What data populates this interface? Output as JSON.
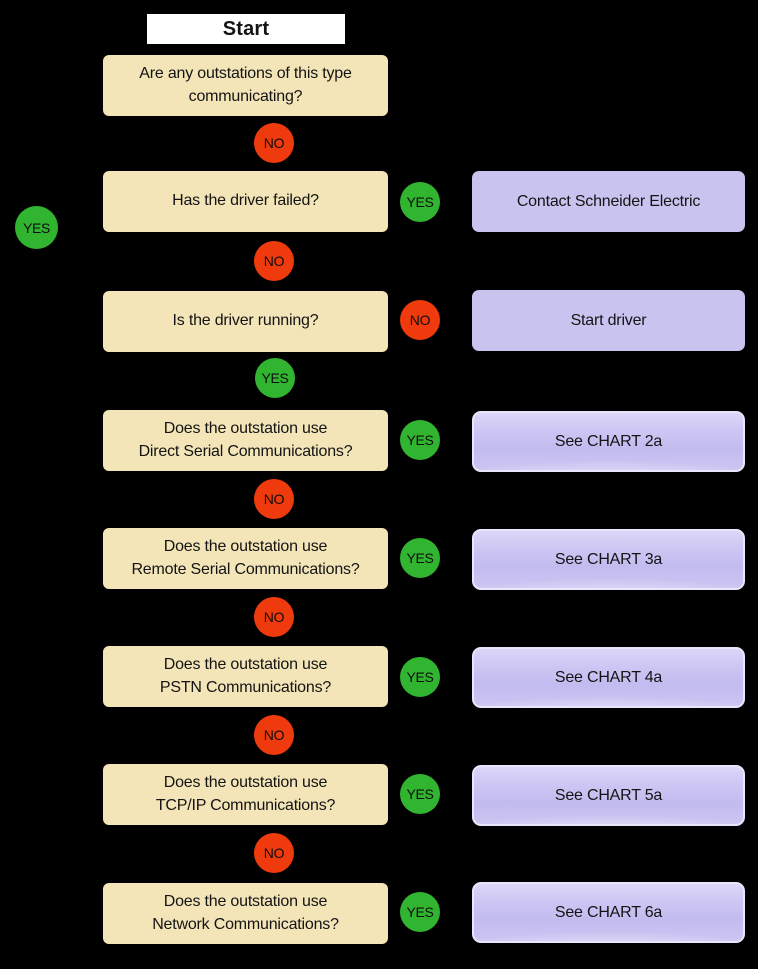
{
  "palette": {
    "background": "#000000",
    "start_fill": "#ffffff",
    "question_fill": "#f3e5b8",
    "action_fill": "#c9c3ef",
    "action_glossy_light": "#dcd6f8",
    "action_glossy_border": "#e9e5fc",
    "yes_fill": "#31b531",
    "no_fill": "#ee3a0c",
    "text_color": "#141414"
  },
  "start": {
    "label": "Start"
  },
  "questions": [
    {
      "text": "Are any outstations of this type\ncommunicating?"
    },
    {
      "text": "Has the driver failed?"
    },
    {
      "text": "Is the driver running?"
    },
    {
      "text": "Does the outstation use\nDirect Serial Communications?"
    },
    {
      "text": "Does the outstation use\nRemote Serial Communications?"
    },
    {
      "text": "Does the outstation use\nPSTN Communications?"
    },
    {
      "text": "Does the outstation use\nTCP/IP Communications?"
    },
    {
      "text": "Does the outstation use\nNetwork Communications?"
    }
  ],
  "actions": [
    {
      "text": "Contact Schneider Electric",
      "style": "flat"
    },
    {
      "text": "Start driver",
      "style": "flat"
    },
    {
      "text": "See CHART 2a",
      "style": "glossy"
    },
    {
      "text": "See CHART 3a",
      "style": "glossy"
    },
    {
      "text": "See CHART 4a",
      "style": "glossy"
    },
    {
      "text": "See CHART 5a",
      "style": "glossy"
    },
    {
      "text": "See CHART 6a",
      "style": "glossy"
    }
  ],
  "labels": {
    "yes": "YES",
    "no": "NO"
  }
}
